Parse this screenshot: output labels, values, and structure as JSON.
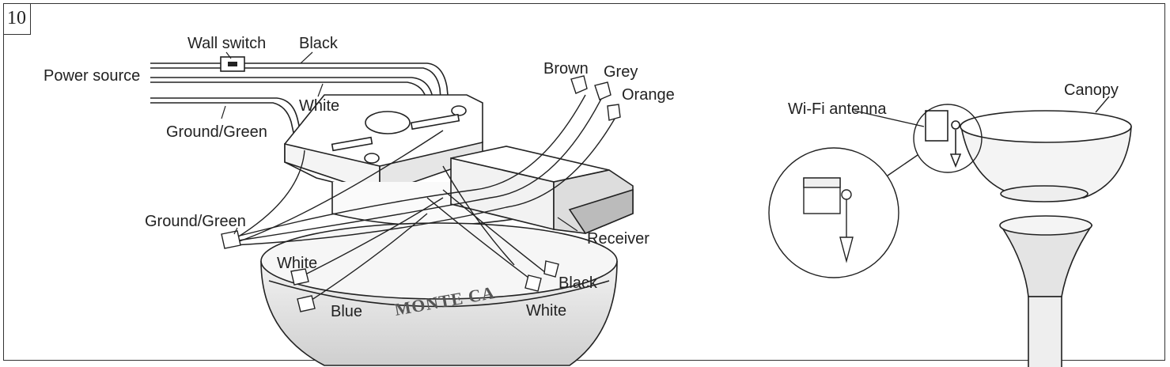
{
  "step_number": "10",
  "labels": {
    "wall_switch": "Wall switch",
    "black_top": "Black",
    "power_source": "Power source",
    "white_top": "White",
    "ground_green_top": "Ground/Green",
    "brown": "Brown",
    "grey": "Grey",
    "orange": "Orange",
    "ground_green_mid": "Ground/Green",
    "receiver": "Receiver",
    "white_mid": "White",
    "black_bottom": "Black",
    "blue": "Blue",
    "white_bottom": "White",
    "wifi_antenna": "Wi-Fi antenna",
    "canopy": "Canopy"
  },
  "brand_mark": "MONTE CA",
  "colors": {
    "line": "#222222",
    "shade": "#cfcfcf",
    "dark": "#555555"
  }
}
